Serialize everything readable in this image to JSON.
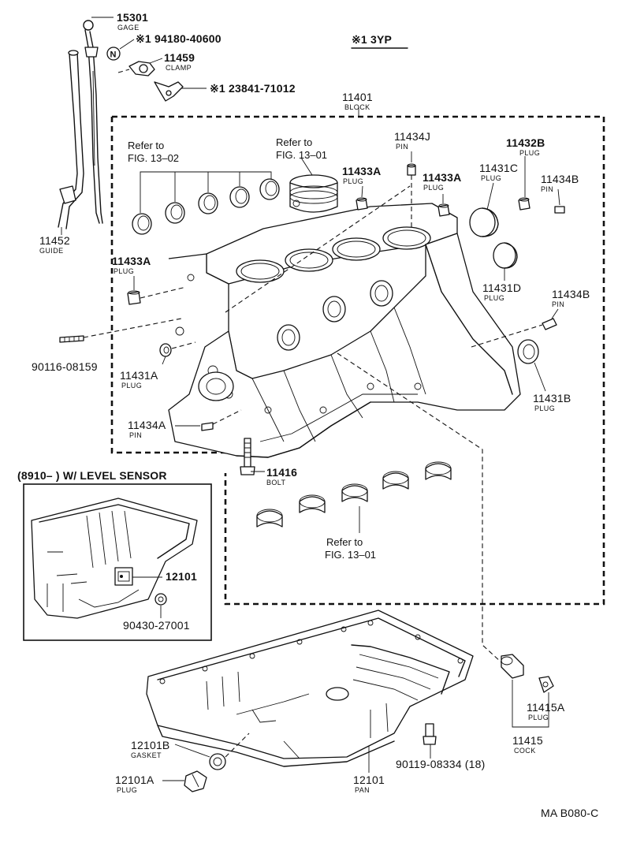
{
  "header": {
    "variant_note": "※1 3YP",
    "sheet_code": "MA B080-C"
  },
  "inset": {
    "title": "(8910–      ) W/ LEVEL SENSOR"
  },
  "references": {
    "top_left": [
      "Refer to",
      "FIG. 13–02"
    ],
    "top_center": [
      "Refer to",
      "FIG. 13–01"
    ],
    "bottom": [
      "Refer to",
      "FIG. 13–01"
    ]
  },
  "parts": {
    "p15301": {
      "number": "15301",
      "name": "GAGE"
    },
    "p94180": {
      "number": "※1 94180-40600"
    },
    "p11459": {
      "number": "11459",
      "name": "CLAMP"
    },
    "p23841": {
      "number": "※1 23841-71012"
    },
    "p11401": {
      "number": "11401",
      "name": "BLOCK"
    },
    "p11434J": {
      "number": "11434J",
      "name": "PIN"
    },
    "p11432B": {
      "number": "11432B",
      "name": "PLUG"
    },
    "p11433A_1": {
      "number": "11433A",
      "name": "PLUG"
    },
    "p11433A_2": {
      "number": "11433A",
      "name": "PLUG"
    },
    "p11431C": {
      "number": "11431C",
      "name": "PLUG"
    },
    "p11434B_1": {
      "number": "11434B",
      "name": "PIN"
    },
    "p11452": {
      "number": "11452",
      "name": "GUIDE"
    },
    "p11433A_3": {
      "number": "11433A",
      "name": "PLUG"
    },
    "p11431D": {
      "number": "11431D",
      "name": "PLUG"
    },
    "p11434B_2": {
      "number": "11434B",
      "name": "PIN"
    },
    "p90116": {
      "number": "90116-08159"
    },
    "p11431A": {
      "number": "11431A",
      "name": "PLUG"
    },
    "p11431B": {
      "number": "11431B",
      "name": "PLUG"
    },
    "p11434A": {
      "number": "11434A",
      "name": "PIN"
    },
    "p11416": {
      "number": "11416",
      "name": "BOLT"
    },
    "p12101_inset": {
      "number": "12101"
    },
    "p90430": {
      "number": "90430-27001"
    },
    "p12101B": {
      "number": "12101B",
      "name": "GASKET"
    },
    "p12101A": {
      "number": "12101A",
      "name": "PLUG"
    },
    "p12101": {
      "number": "12101",
      "name": "PAN"
    },
    "p90119": {
      "number": "90119-08334 (18)"
    },
    "p11415A": {
      "number": "11415A",
      "name": "PLUG"
    },
    "p11415": {
      "number": "11415",
      "name": "COCK"
    }
  }
}
